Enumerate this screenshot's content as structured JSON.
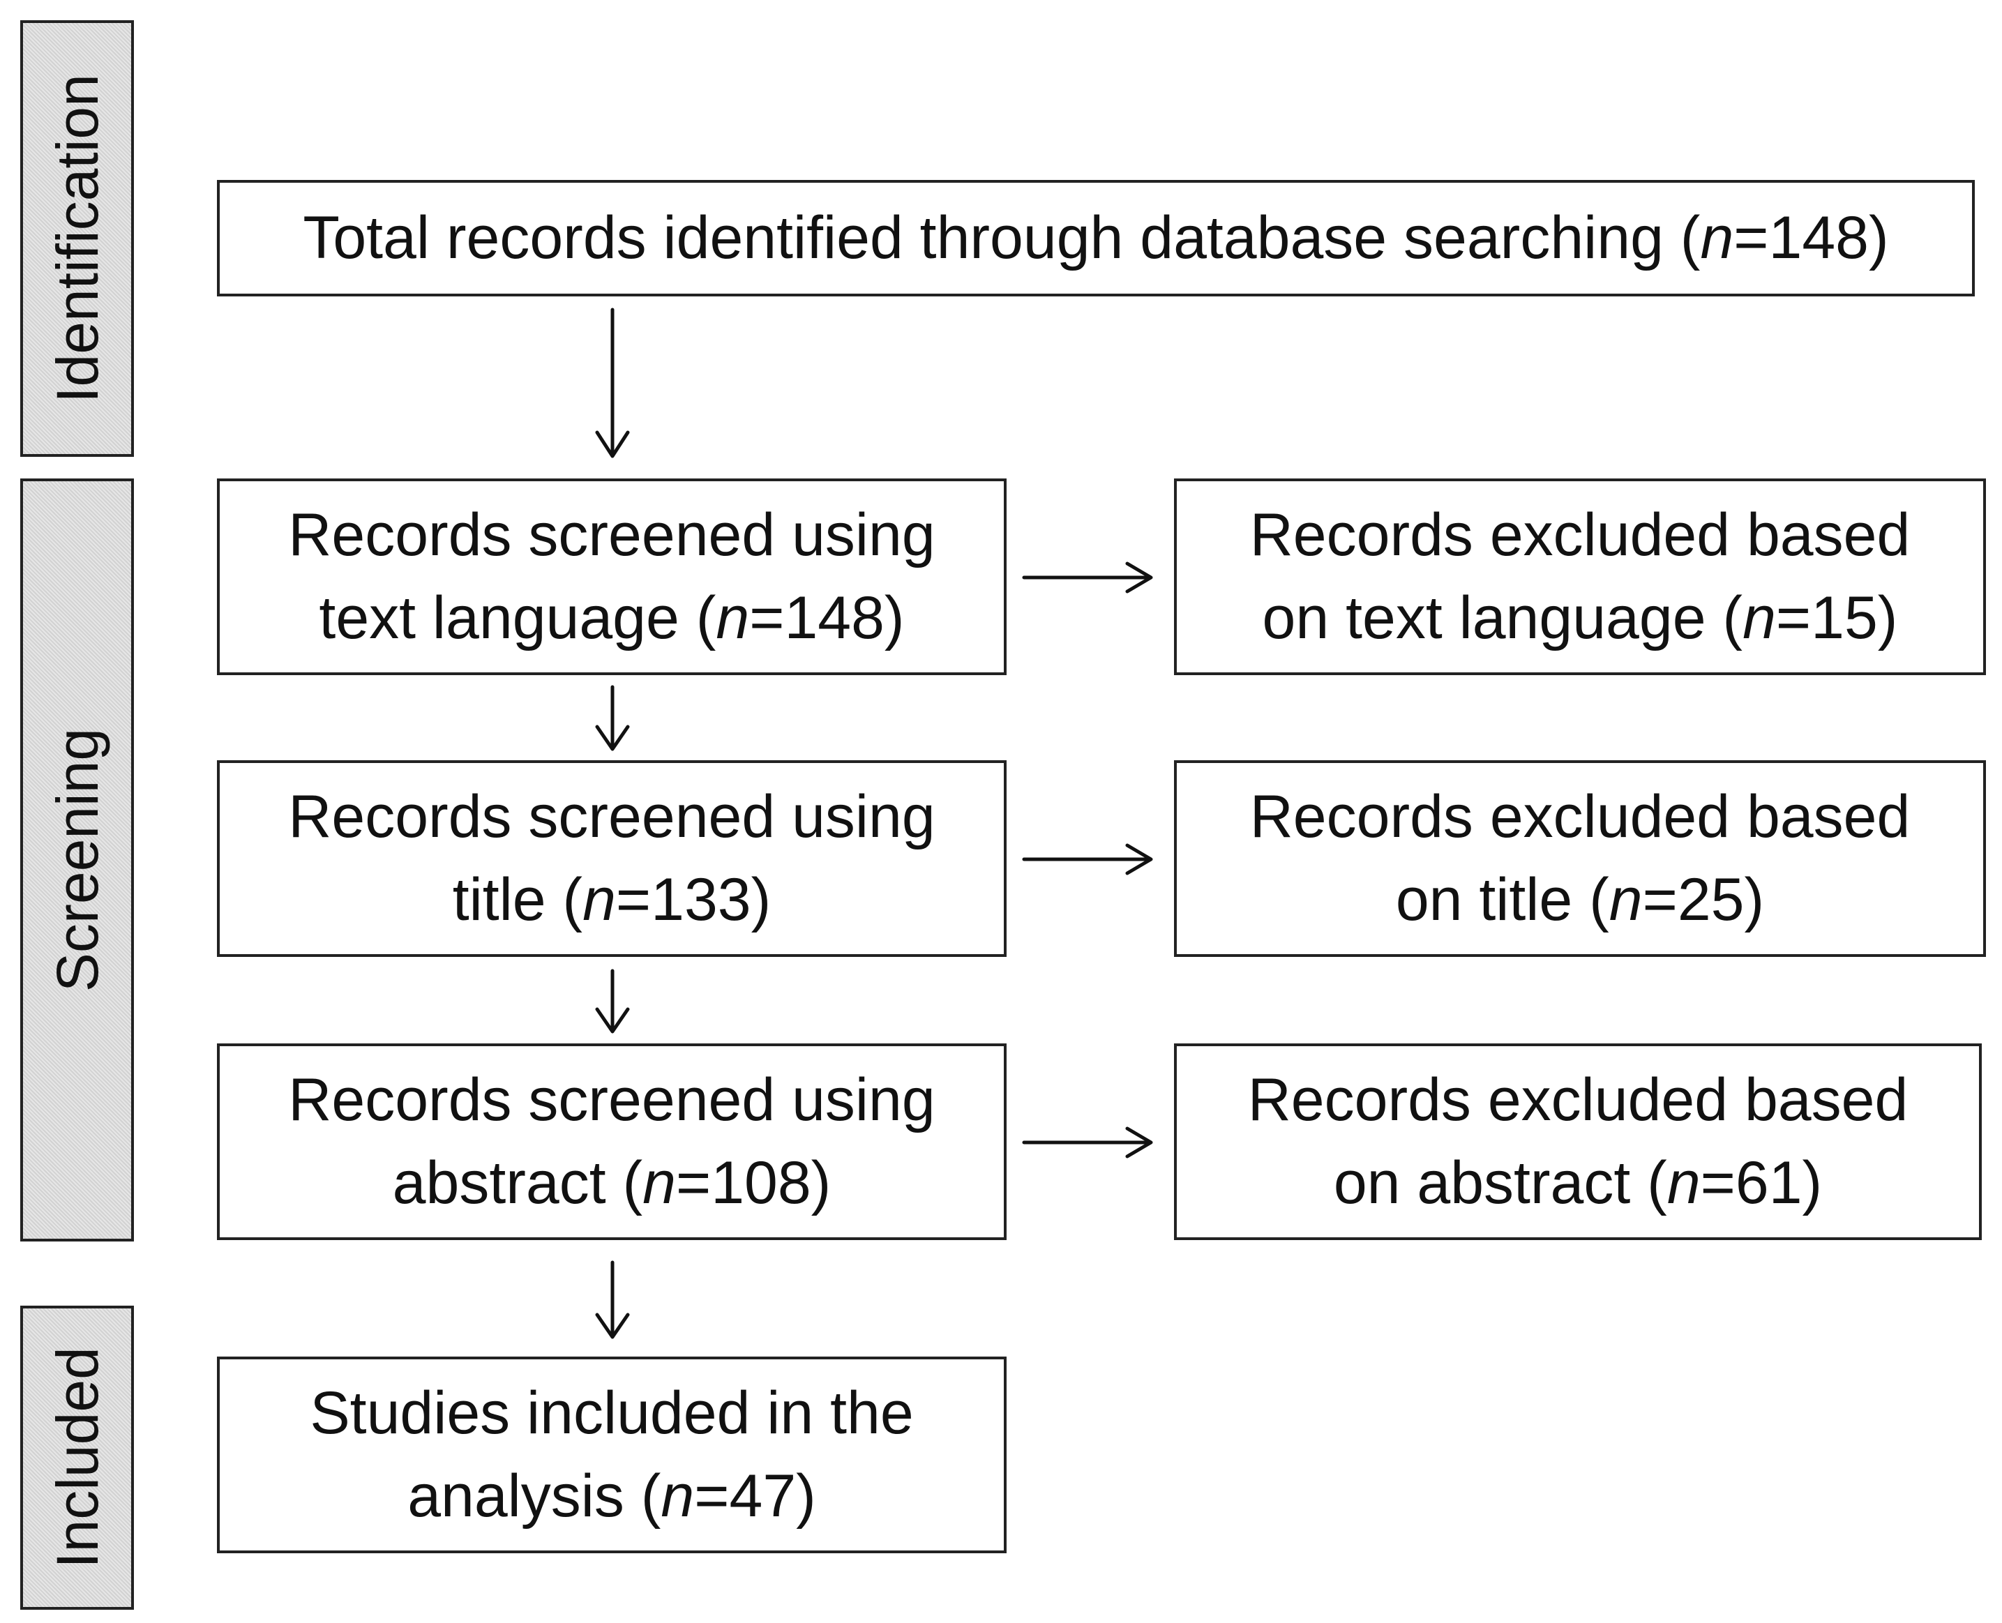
{
  "phases": {
    "identification": "Identification",
    "screening": "Screening",
    "included": "Included"
  },
  "boxes": {
    "total": {
      "line1": {
        "pre": "Total records identified through database searching (",
        "n": "n",
        "post": "=148)"
      }
    },
    "screen_language": {
      "line1": "Records screened using",
      "line2": {
        "pre": "text language (",
        "n": "n",
        "post": "=148)"
      }
    },
    "excl_language": {
      "line1": "Records excluded based",
      "line2": {
        "pre": "on text language (",
        "n": "n",
        "post": "=15)"
      }
    },
    "screen_title": {
      "line1": "Records screened using",
      "line2": {
        "pre": "title (",
        "n": "n",
        "post": "=133)"
      }
    },
    "excl_title": {
      "line1": "Records excluded based",
      "line2": {
        "pre": "on title (",
        "n": "n",
        "post": "=25)"
      }
    },
    "screen_abstract": {
      "line1": "Records screened using",
      "line2": {
        "pre": "abstract (",
        "n": "n",
        "post": "=108)"
      }
    },
    "excl_abstract": {
      "line1": "Records excluded based",
      "line2": {
        "pre": "on abstract (",
        "n": "n",
        "post": "=61)"
      }
    },
    "included": {
      "line1": "Studies included in the",
      "line2": {
        "pre": "analysis (",
        "n": "n",
        "post": "=47)"
      }
    }
  }
}
